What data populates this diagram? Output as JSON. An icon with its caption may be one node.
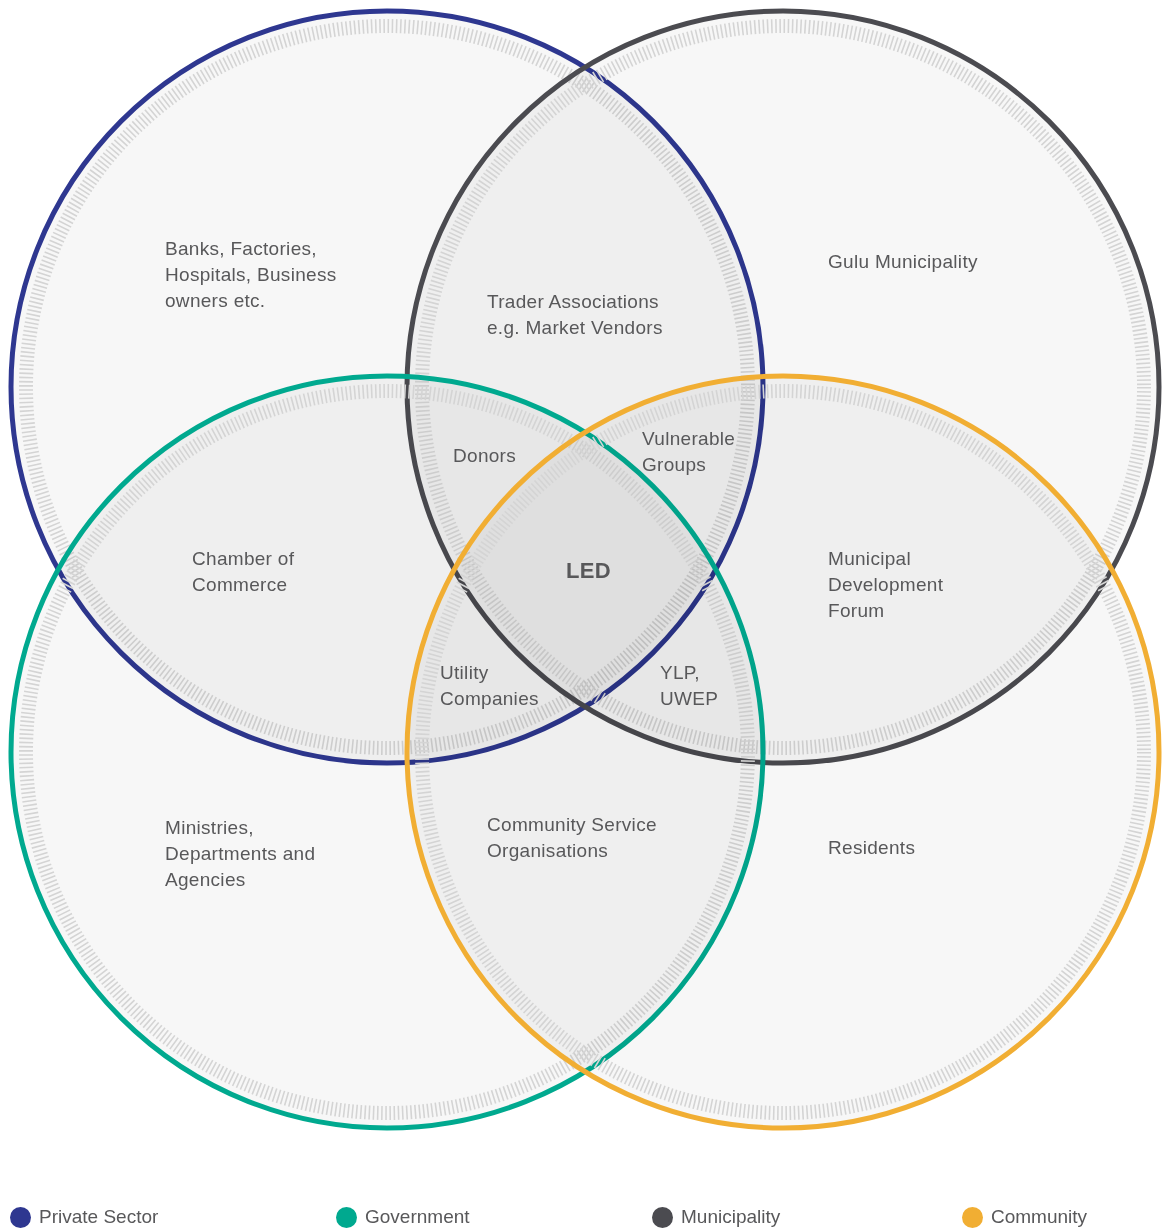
{
  "diagram": {
    "nodes": [
      {
        "text": [],
        "shape": "circle"
      },
      {
        "text": [],
        "shape": "circle"
      },
      {
        "text": [],
        "shape": "circle"
      },
      {
        "text": [],
        "shape": "circle"
      }
    ],
    "labels": [
      "Banks, Factories, Hospitals, Business owners etc.",
      "Trader Associations e.g. Market Vendors",
      "Gulu Municipality",
      "Donors",
      "Vulnerable Groups",
      "Chamber of Commerce",
      "LED",
      "Municipal Development Forum",
      "Utility Companies",
      "YLP, UWEP",
      "Ministries, Departments and Agencies",
      "Community Service Organisations",
      "Residents"
    ],
    "legend": [
      {
        "text": "Private Sector",
        "color": "#2e3790"
      },
      {
        "text": "Government",
        "color": "#00a98f"
      },
      {
        "text": "Municipality",
        "color": "#4b4b50"
      },
      {
        "text": "Community",
        "color": "#f1ae33"
      }
    ]
  }
}
